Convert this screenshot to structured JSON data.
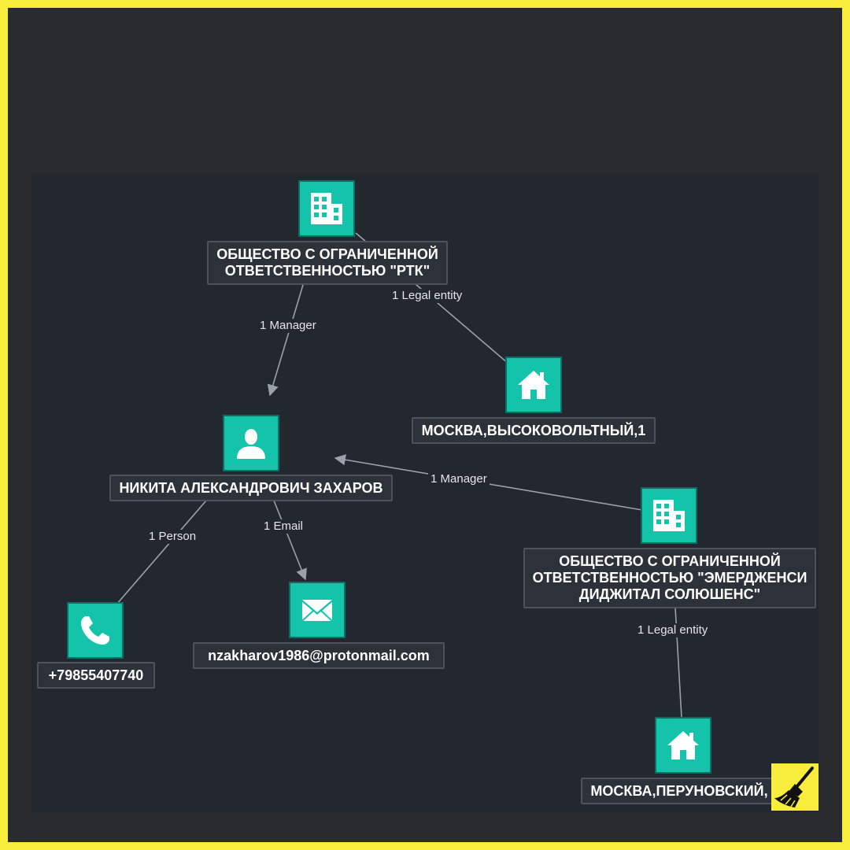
{
  "nodes": {
    "company_rtk": {
      "icon": "building-icon",
      "label": "ОБЩЕСТВО С ОГРАНИЧЕННОЙ\nОТВЕТСТВЕННОСТЬЮ \"РТК\""
    },
    "address_1": {
      "icon": "house-icon",
      "label": "МОСКВА,ВЫСОКОВОЛЬТНЫЙ,1"
    },
    "person": {
      "icon": "person-icon",
      "label": "НИКИТА АЛЕКСАНДРОВИЧ ЗАХАРОВ"
    },
    "company_emergency": {
      "icon": "building-icon",
      "label": "ОБЩЕСТВО С ОГРАНИЧЕННОЙ\nОТВЕТСТВЕННОСТЬЮ \"ЭМЕРДЖЕНСИ\nДИДЖИТАЛ СОЛЮШЕНС\""
    },
    "phone": {
      "icon": "phone-icon",
      "label": "+79855407740"
    },
    "email": {
      "icon": "envelope-icon",
      "label": "nzakharov1986@protonmail.com"
    },
    "address_2": {
      "icon": "house-icon",
      "label": "МОСКВА,ПЕРУНОВСКИЙ,"
    }
  },
  "edges": [
    {
      "label": "1 Manager",
      "from": "company_rtk",
      "to": "person"
    },
    {
      "label": "1 Legal entity",
      "from": "company_rtk",
      "to": "address_1"
    },
    {
      "label": "1 Manager",
      "from": "company_emergency",
      "to": "person"
    },
    {
      "label": "1 Person",
      "from": "person",
      "to": "phone"
    },
    {
      "label": "1 Email",
      "from": "person",
      "to": "email"
    },
    {
      "label": "1 Legal entity",
      "from": "company_emergency",
      "to": "address_2"
    }
  ],
  "colors": {
    "border": "#f8ec3c",
    "canvas": "#222730",
    "node": "#13c4aa",
    "edge": "#9aa1ab"
  },
  "badge": {
    "icon": "broom-icon"
  }
}
